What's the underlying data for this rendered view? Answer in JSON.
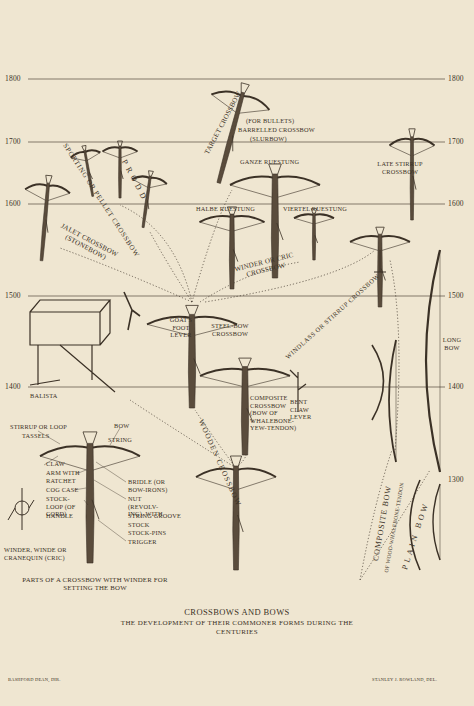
{
  "diagram": {
    "title": "CROSSBOWS AND BOWS",
    "caption": "THE DEVELOPMENT OF THEIR COMMONER FORMS DURING THE CENTURIES",
    "labels": [
      "1800",
      "1800",
      "1700",
      "1700",
      "1600",
      "1600",
      "1500",
      "1500",
      "1400",
      "1400",
      "1300",
      "TARGET CROSSBOW",
      "(FOR BULLETS)",
      "BARRELLED CROSSBOW",
      "(SLURBOW)",
      "SPORTING OR PELLET CROSSBOW",
      "PRODD",
      "GANZE RUESTUNG",
      "HALBE RUESTUNG",
      "VIERTEL RUESTUNG",
      "LATE STIRRUP CROSSBOW",
      "JALET CROSSBOW (STONEBOW)",
      "WINDER OR CRIC CROSSBOW",
      "WINDLASS OR STIRRUP CROSSBOW",
      "LONG BOW",
      "GOAT'S FOOT LEVER",
      "STEEL-BOW CROSSBOW",
      "BALISTA",
      "COMPOSITE CROSSBOW (BOW OF WHALEBONE-YEW-TENDON)",
      "BENT CLAW LEVER",
      "WOODEN CROSSBOW",
      "COMPOSITE BOW",
      "OF WOOD-WHALEBONE-TENDON",
      "PLAIN BOW",
      "STIRRUP OR LOOP",
      "TASSELS",
      "BOW",
      "STRING",
      "CLAW",
      "ARM WITH RATCHET",
      "COG CASE",
      "STOCK-LOOP (OF CORD)",
      "HANDLE",
      "BRIDLE (OR BOW-IRONS)",
      "NUT (REVOLV- ING), WITH",
      "STRING GROOVE",
      "STOCK",
      "STOCK-PINS",
      "TRIGGER",
      "WINDER, WINDE OR CRANEQUIN (CRIC)",
      "PARTS OF A CROSSBOW WITH WINDER FOR SETTING THE BOW",
      "BASHFORD DEAN, DIR.",
      "STANLEY J. ROWLAND, DEL."
    ]
  }
}
